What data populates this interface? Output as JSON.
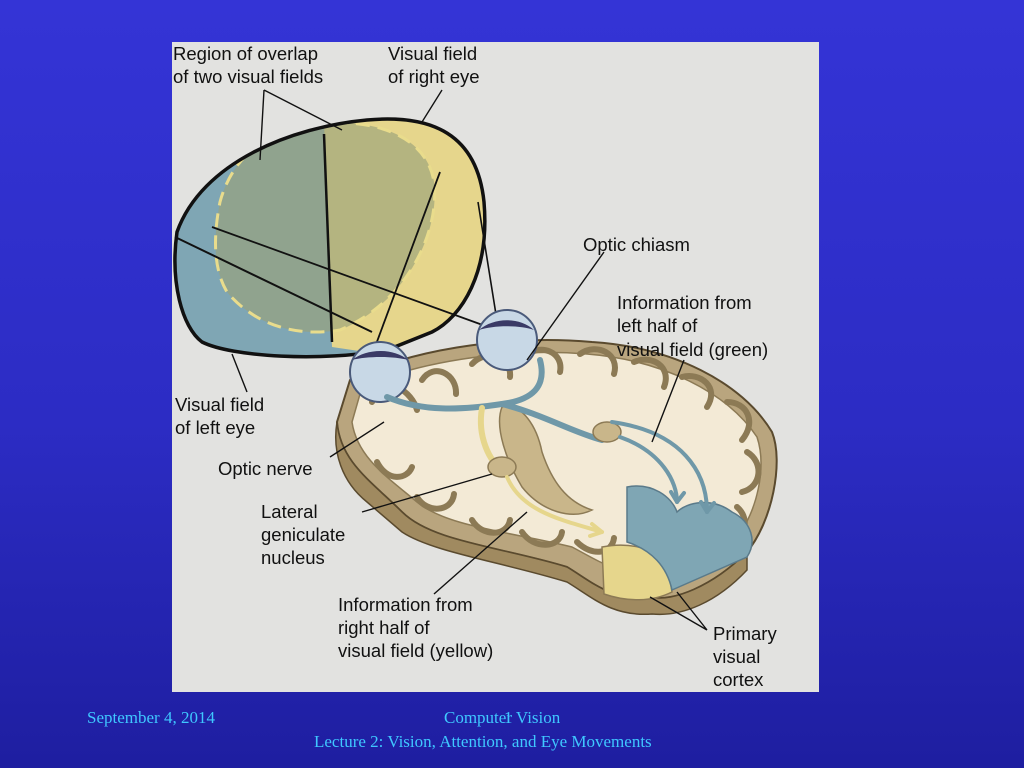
{
  "diagram": {
    "labels": {
      "overlap": [
        "Region of overlap",
        "of two visual fields"
      ],
      "right_field": [
        "Visual field",
        "of right eye"
      ],
      "chiasm": "Optic chiasm",
      "left_info": [
        "Information from",
        "left half of",
        "visual field (green)"
      ],
      "left_field": [
        "Visual field",
        "of left eye"
      ],
      "optic_nerve": "Optic nerve",
      "lgn": [
        "Lateral",
        "geniculate",
        "nucleus"
      ],
      "right_info": [
        "Information from",
        "right half of",
        "visual field (yellow)"
      ],
      "cortex": [
        "Primary",
        "visual",
        "cortex"
      ]
    },
    "colors": {
      "left_field": "#7fa6b4",
      "right_field": "#e6d68c",
      "overlap": "#9aa27a",
      "brain": "#f3ead6",
      "brain_fold": "#b9a57e",
      "brain_edge": "#5a4a2e"
    }
  },
  "footer": {
    "date": "September 4, 2014",
    "course": "Computer Vision",
    "page": "1",
    "lecture": "Lecture 2: Vision, Attention, and Eye Movements"
  }
}
